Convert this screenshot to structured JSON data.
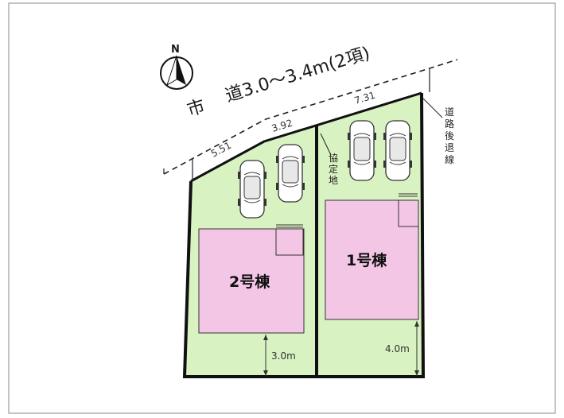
{
  "compass": {
    "label": "N",
    "icon": "north-arrow-icon"
  },
  "road": {
    "kanji": "市",
    "label": "道3.0～3.4m(2項)"
  },
  "dimensions": {
    "seg_left": "5.51",
    "seg_middle": "3.92",
    "seg_right": "7.31",
    "setback_lot2": "3.0m",
    "setback_lot1": "4.0m"
  },
  "annotations": {
    "agreement_land": [
      "協",
      "定",
      "地"
    ],
    "road_setback_line": [
      "道",
      "路",
      "後",
      "退",
      "線"
    ]
  },
  "buildings": {
    "lot2": {
      "label": "2号棟"
    },
    "lot1": {
      "label": "1号棟"
    }
  },
  "colors": {
    "lot_fill": "#d8f2c2",
    "building_fill": "#f4c6e6",
    "boundary": "#111111"
  }
}
